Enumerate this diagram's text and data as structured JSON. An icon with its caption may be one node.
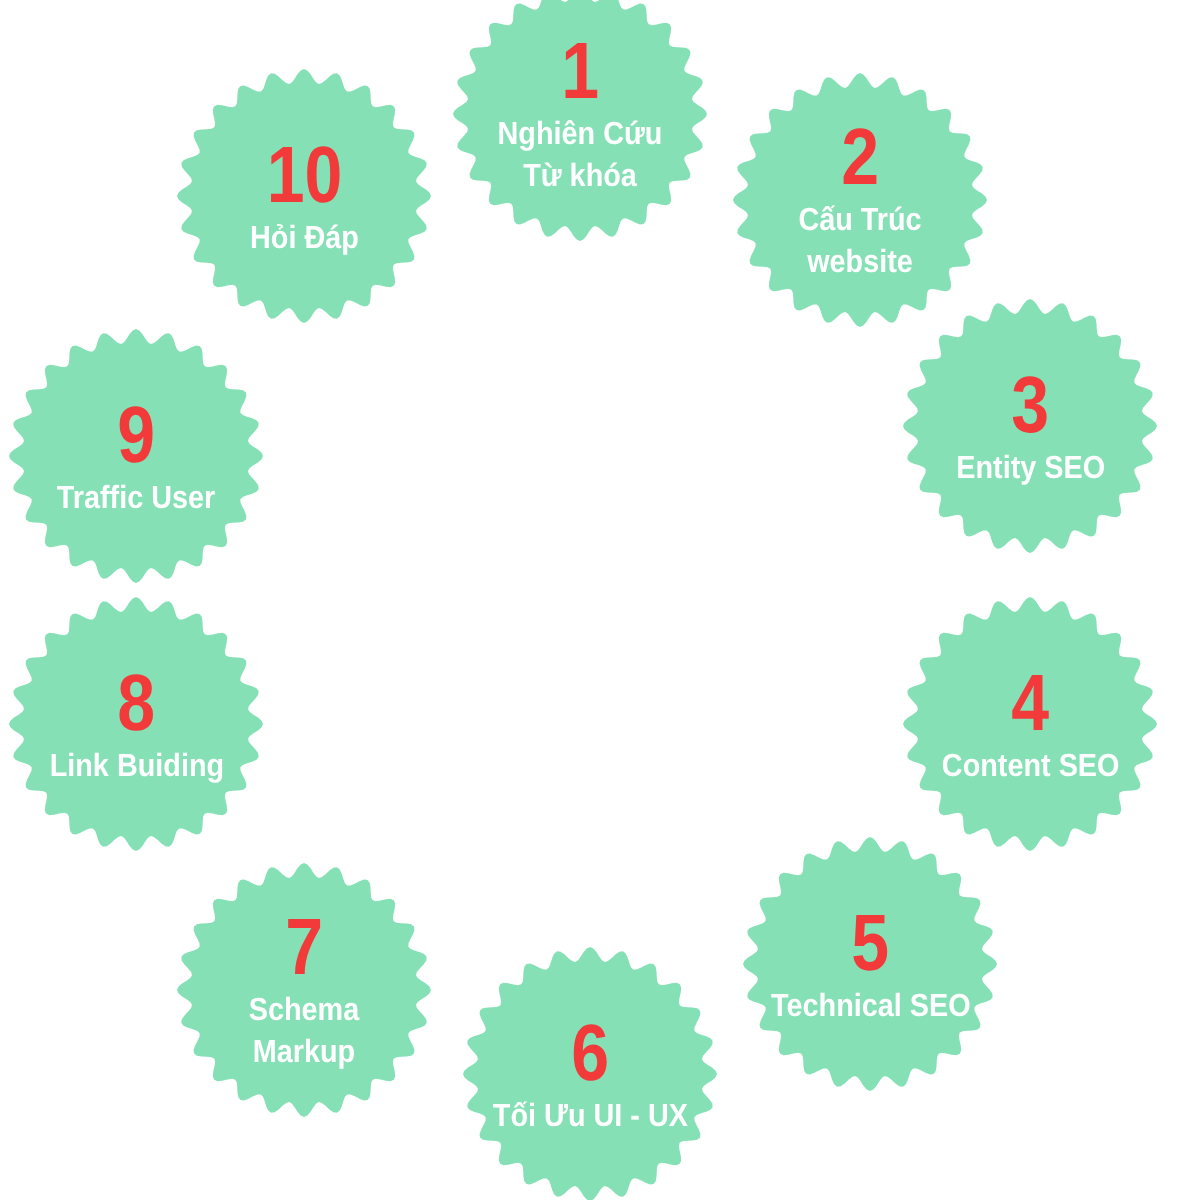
{
  "diagram": {
    "nodes": [
      {
        "text": [
          "1",
          "Nghiên Cứu Từ khóa"
        ]
      },
      {
        "text": [
          "2",
          "Cấu Trúc website"
        ]
      },
      {
        "text": [
          "3",
          "Entity SEO"
        ]
      },
      {
        "text": [
          "4",
          "Content SEO"
        ]
      },
      {
        "text": [
          "5",
          "Technical SEO"
        ]
      },
      {
        "text": [
          "6",
          "Tối Ưu UI - UX"
        ]
      },
      {
        "text": [
          "7",
          "Schema Markup"
        ]
      },
      {
        "text": [
          "8",
          "Link Buiding"
        ]
      },
      {
        "text": [
          "9",
          "Traffic User"
        ]
      },
      {
        "text": [
          "10",
          "Hỏi Đáp"
        ]
      }
    ]
  }
}
